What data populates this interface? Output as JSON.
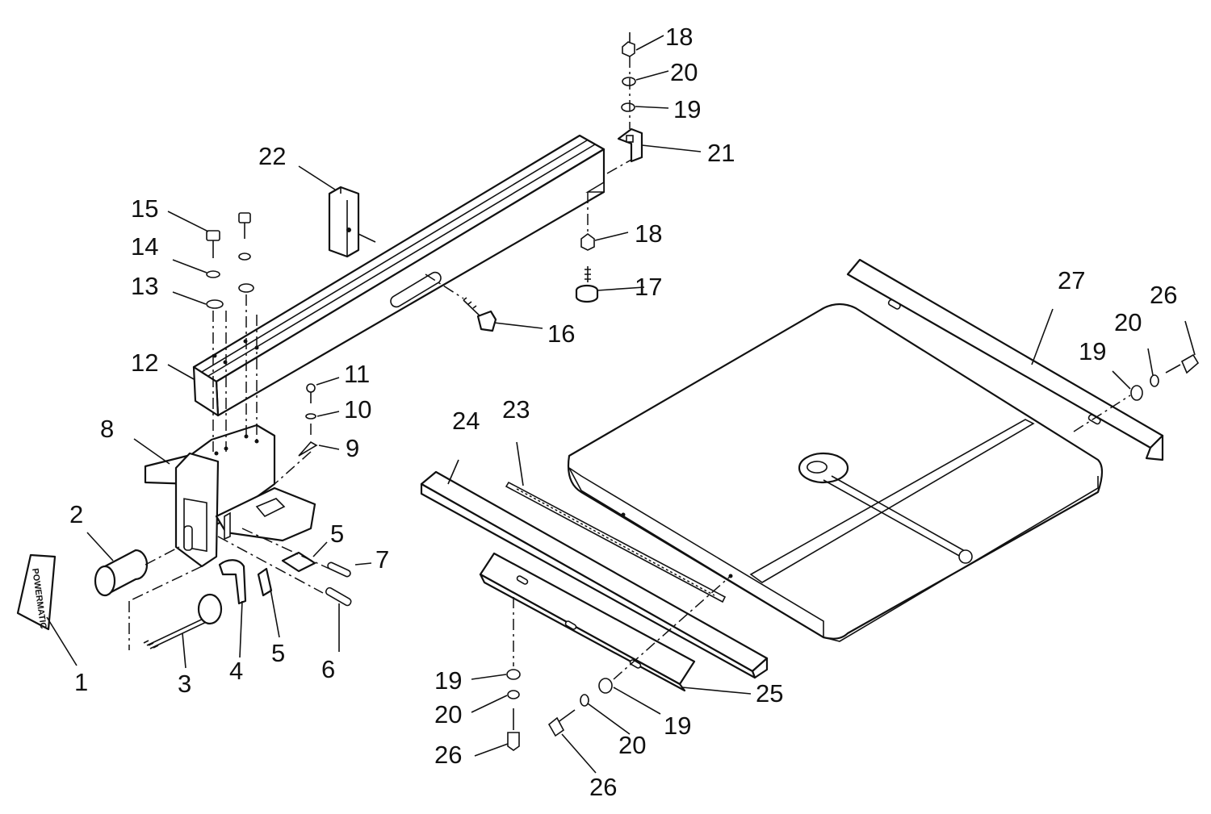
{
  "labels": {
    "p1": "1",
    "p2": "2",
    "p3": "3",
    "p4": "4",
    "p5a": "5",
    "p5b": "5",
    "p6": "6",
    "p7": "7",
    "p8": "8",
    "p9": "9",
    "p10": "10",
    "p11": "11",
    "p12": "12",
    "p13": "13",
    "p14": "14",
    "p15": "15",
    "p16": "16",
    "p17": "17",
    "p18a": "18",
    "p18b": "18",
    "p19a": "19",
    "p19b": "19",
    "p19c": "19",
    "p19d": "19",
    "p20a": "20",
    "p20b": "20",
    "p20c": "20",
    "p20d": "20",
    "p21": "21",
    "p22": "22",
    "p23": "23",
    "p24": "24",
    "p25": "25",
    "p26a": "26",
    "p26b": "26",
    "p26c": "26",
    "p27": "27"
  },
  "logo_text": "POWERMATIC"
}
